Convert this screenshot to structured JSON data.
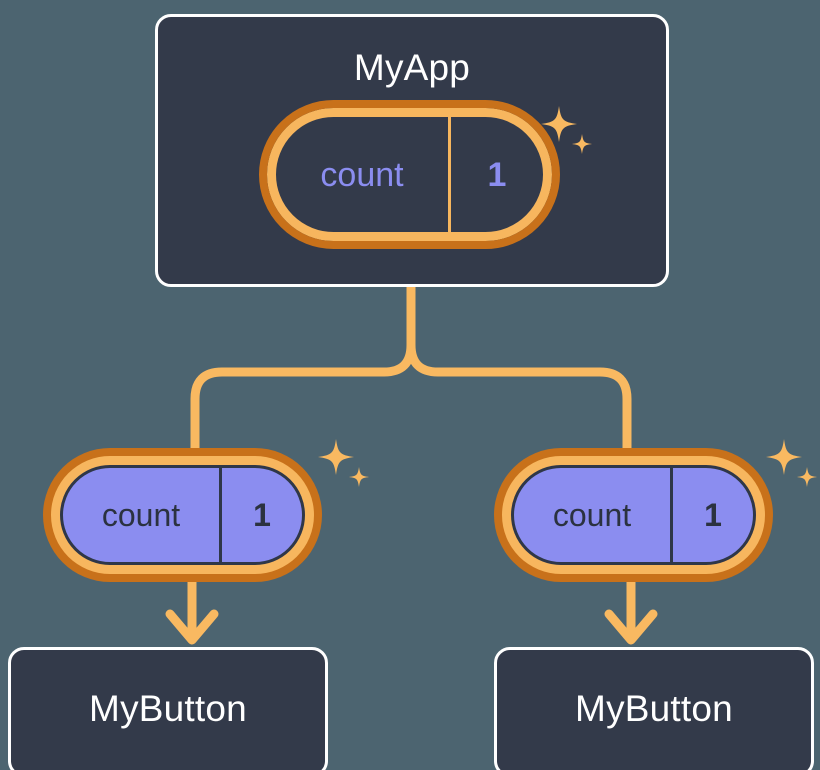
{
  "diagram": {
    "title_semantic": "react-state-propagation-tree",
    "background_color": "#4c6470"
  },
  "colors": {
    "background": "#4c6470",
    "box_fill": "#333a4a",
    "box_border": "#ffffff",
    "box_text": "#ffffff",
    "ring_outer": "#c8711a",
    "ring_inner": "#f7b65e",
    "pill_fill": "#8b8df0",
    "pill_dark_fill": "#333a4a",
    "pill_text_dark": "#2b3240",
    "pill_text_accent": "#8b8df0",
    "connector": "#f9b961",
    "divider_dark": "#2f3748",
    "divider_orange": "#f7b65e",
    "sparkle": "#f9b961"
  },
  "nodes": {
    "root": {
      "label": "MyApp",
      "state": {
        "key": "count",
        "value": "1"
      }
    },
    "children": [
      {
        "id": "left",
        "state": {
          "key": "count",
          "value": "1"
        },
        "label": "MyButton"
      },
      {
        "id": "right",
        "state": {
          "key": "count",
          "value": "1"
        },
        "label": "MyButton"
      }
    ]
  },
  "icons": {
    "sparkle_large": "sparkle-four-point-star",
    "sparkle_small": "sparkle-four-point-star-small",
    "arrow": "arrow-down-icon",
    "connector": "tree-branch-connector"
  }
}
